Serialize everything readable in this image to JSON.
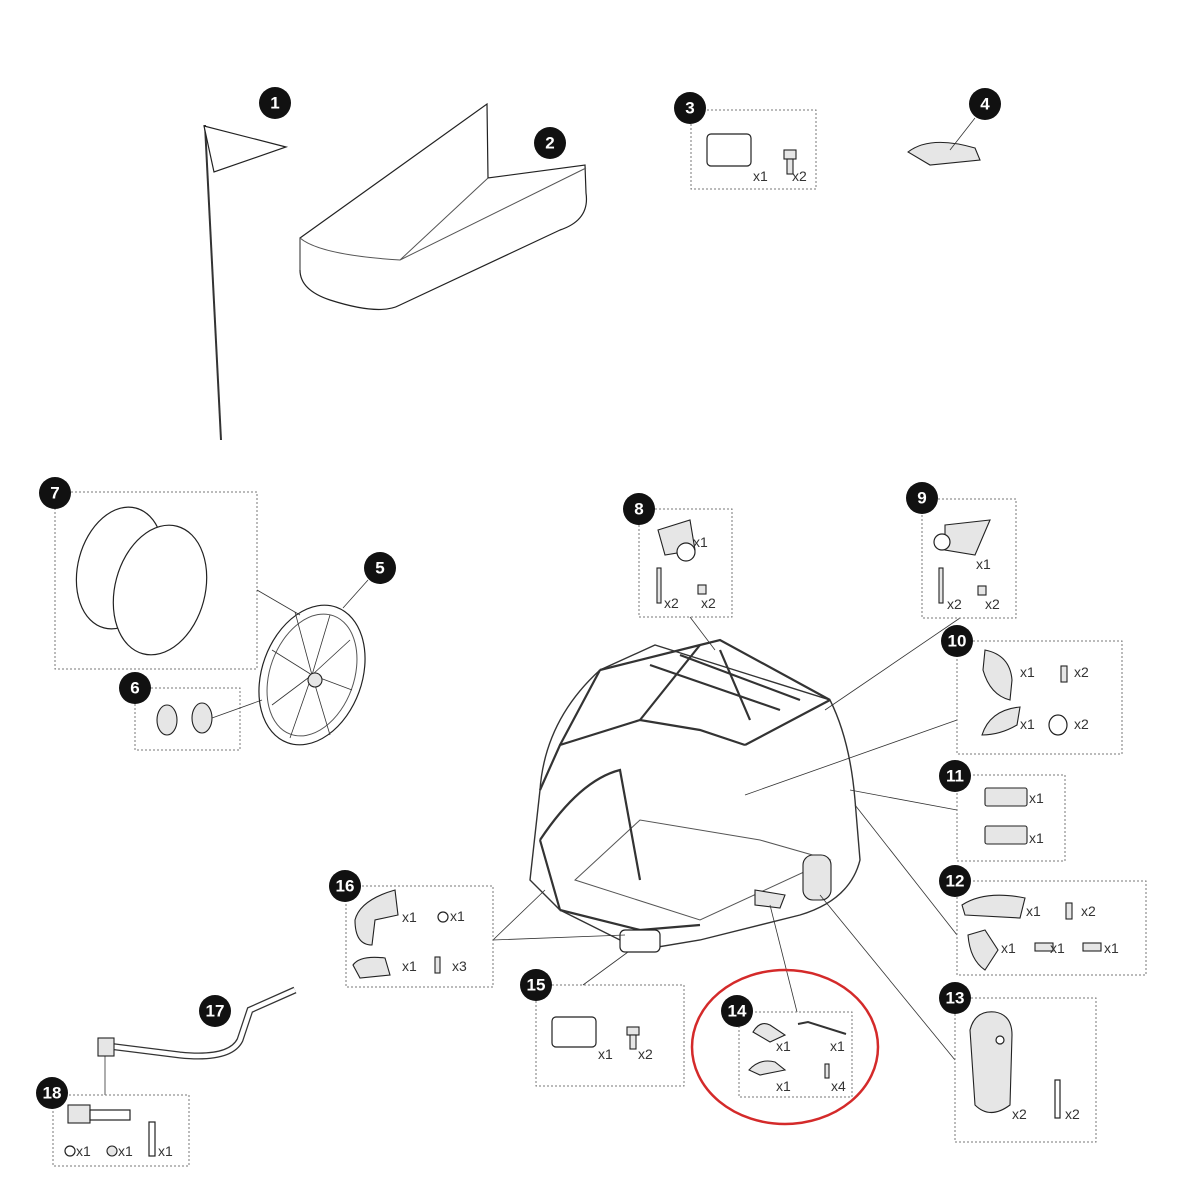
{
  "highlight_color": "#d42a2a",
  "parts": {
    "p1": {
      "number": "1"
    },
    "p2": {
      "number": "2"
    },
    "p3": {
      "number": "3",
      "qty": [
        "x1",
        "x2"
      ]
    },
    "p4": {
      "number": "4"
    },
    "p5": {
      "number": "5"
    },
    "p6": {
      "number": "6"
    },
    "p7": {
      "number": "7"
    },
    "p8": {
      "number": "8",
      "qty": [
        "x1",
        "x2",
        "x2"
      ]
    },
    "p9": {
      "number": "9",
      "qty": [
        "x1",
        "x2",
        "x2"
      ]
    },
    "p10": {
      "number": "10",
      "qty": [
        "x1",
        "x2",
        "x1",
        "x2"
      ]
    },
    "p11": {
      "number": "11",
      "qty": [
        "x1",
        "x1"
      ]
    },
    "p12": {
      "number": "12",
      "qty": [
        "x1",
        "x2",
        "x1",
        "x1",
        "x1"
      ]
    },
    "p13": {
      "number": "13",
      "qty": [
        "x2",
        "x2"
      ]
    },
    "p14": {
      "number": "14",
      "qty": [
        "x1",
        "x1",
        "x1",
        "x4"
      ],
      "highlighted": true
    },
    "p15": {
      "number": "15",
      "qty": [
        "x1",
        "x2"
      ]
    },
    "p16": {
      "number": "16",
      "qty": [
        "x1",
        "x1",
        "x1",
        "x3"
      ]
    },
    "p17": {
      "number": "17"
    },
    "p18": {
      "number": "18",
      "qty": [
        "x1",
        "x1",
        "x1"
      ]
    }
  }
}
